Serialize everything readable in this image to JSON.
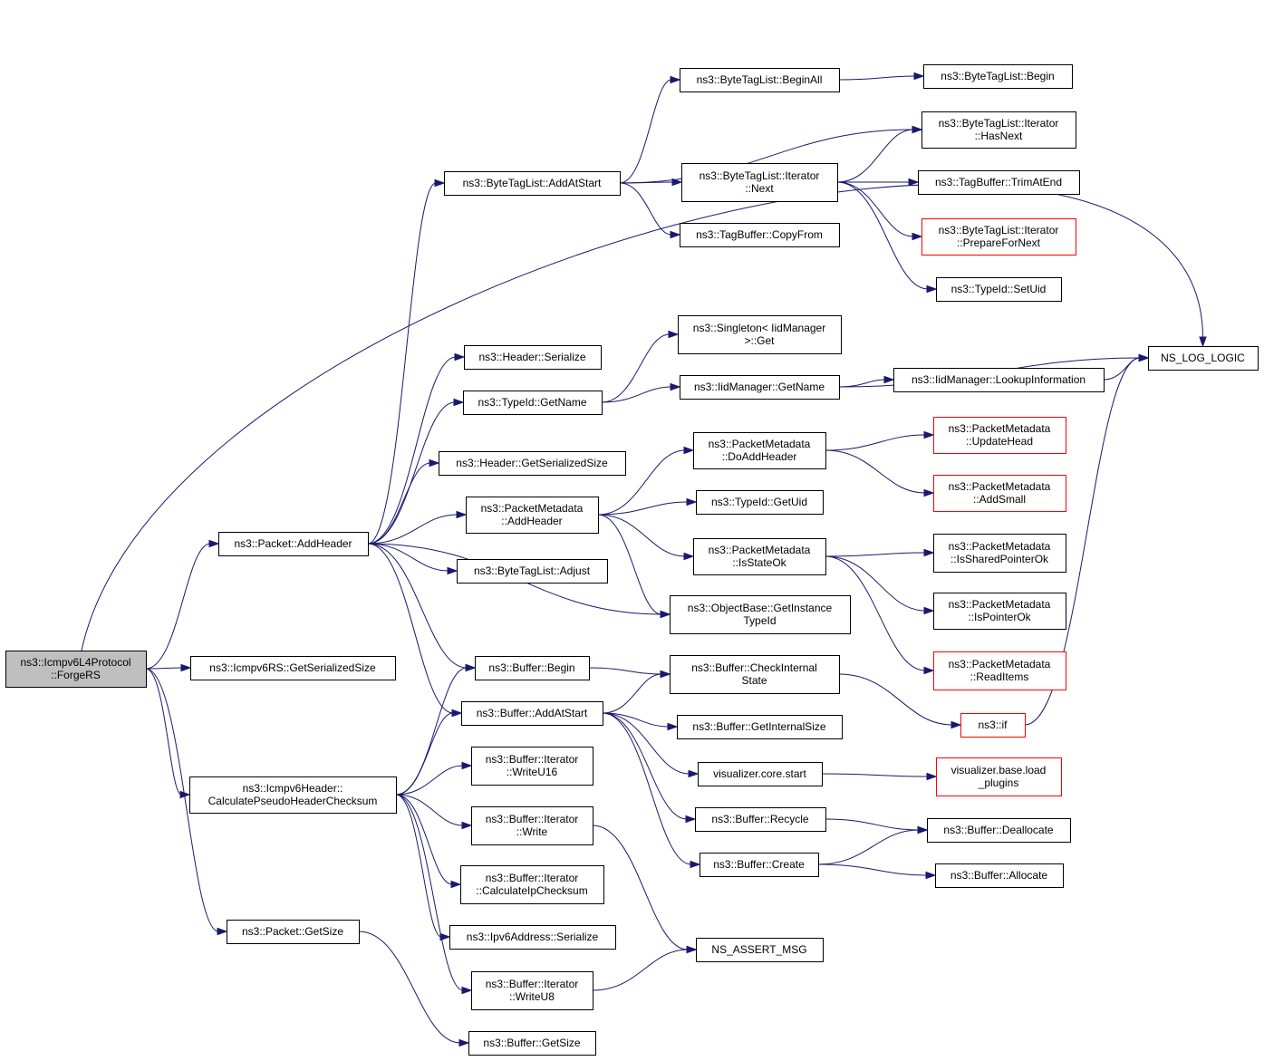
{
  "colors": {
    "edge": "#191970",
    "root_fill": "#bfbfbf",
    "node_border": "#000000",
    "truncated_border": "#ff0000"
  },
  "nodes": [
    {
      "id": "forgers",
      "lines": [
        "ns3::Icmpv6L4Protocol",
        "::ForgeRS"
      ],
      "style": "root"
    },
    {
      "id": "nslog",
      "lines": [
        "NS_LOG_LOGIC"
      ]
    },
    {
      "id": "addheader",
      "lines": [
        "ns3::Packet::AddHeader"
      ]
    },
    {
      "id": "rsgetsize",
      "lines": [
        "ns3::Icmpv6RS::GetSerializedSize"
      ]
    },
    {
      "id": "calcpseudo",
      "lines": [
        "ns3::Icmpv6Header::",
        "CalculatePseudoHeaderChecksum"
      ]
    },
    {
      "id": "pktgetsize",
      "lines": [
        "ns3::Packet::GetSize"
      ]
    },
    {
      "id": "btladdatstart",
      "lines": [
        "ns3::ByteTagList::AddAtStart"
      ]
    },
    {
      "id": "hdrserialize",
      "lines": [
        "ns3::Header::Serialize"
      ]
    },
    {
      "id": "typeidgetname",
      "lines": [
        "ns3::TypeId::GetName"
      ]
    },
    {
      "id": "hdrgetsersize",
      "lines": [
        "ns3::Header::GetSerializedSize"
      ]
    },
    {
      "id": "pmaddheader",
      "lines": [
        "ns3::PacketMetadata",
        "::AddHeader"
      ]
    },
    {
      "id": "btladjust",
      "lines": [
        "ns3::ByteTagList::Adjust"
      ]
    },
    {
      "id": "objgetinst",
      "lines": [
        "ns3::ObjectBase::GetInstance",
        "TypeId"
      ]
    },
    {
      "id": "bufbegin",
      "lines": [
        "ns3::Buffer::Begin"
      ]
    },
    {
      "id": "bufaddatstart",
      "lines": [
        "ns3::Buffer::AddAtStart"
      ]
    },
    {
      "id": "btlbeginall",
      "lines": [
        "ns3::ByteTagList::BeginAll"
      ]
    },
    {
      "id": "btlbegin",
      "lines": [
        "ns3::ByteTagList::Begin"
      ]
    },
    {
      "id": "btlithasnext",
      "lines": [
        "ns3::ByteTagList::Iterator",
        "::HasNext"
      ]
    },
    {
      "id": "btlitnext",
      "lines": [
        "ns3::ByteTagList::Iterator",
        "::Next"
      ]
    },
    {
      "id": "tbtrim",
      "lines": [
        "ns3::TagBuffer::TrimAtEnd"
      ]
    },
    {
      "id": "btlitprep",
      "lines": [
        "ns3::ByteTagList::Iterator",
        "::PrepareForNext"
      ],
      "style": "red"
    },
    {
      "id": "tbcopy",
      "lines": [
        "ns3::TagBuffer::CopyFrom"
      ]
    },
    {
      "id": "typeidsetuid",
      "lines": [
        "ns3::TypeId::SetUid"
      ]
    },
    {
      "id": "singleton",
      "lines": [
        "ns3::Singleton< IidManager",
        " >::Get"
      ]
    },
    {
      "id": "iidgetname",
      "lines": [
        "ns3::IidManager::GetName"
      ]
    },
    {
      "id": "iidlookup",
      "lines": [
        "ns3::IidManager::LookupInformation"
      ]
    },
    {
      "id": "pmdoadd",
      "lines": [
        "ns3::PacketMetadata",
        "::DoAddHeader"
      ]
    },
    {
      "id": "pmupdatehead",
      "lines": [
        "ns3::PacketMetadata",
        "::UpdateHead"
      ],
      "style": "red"
    },
    {
      "id": "pmaddsmall",
      "lines": [
        "ns3::PacketMetadata",
        "::AddSmall"
      ],
      "style": "red"
    },
    {
      "id": "typeidgetuid",
      "lines": [
        "ns3::TypeId::GetUid"
      ]
    },
    {
      "id": "pmisstateok",
      "lines": [
        "ns3::PacketMetadata",
        "::IsStateOk"
      ]
    },
    {
      "id": "pmisshared",
      "lines": [
        "ns3::PacketMetadata",
        "::IsSharedPointerOk"
      ]
    },
    {
      "id": "pmispointer",
      "lines": [
        "ns3::PacketMetadata",
        "::IsPointerOk"
      ]
    },
    {
      "id": "pmreaditems",
      "lines": [
        "ns3::PacketMetadata",
        "::ReadItems"
      ],
      "style": "red"
    },
    {
      "id": "bufcheck",
      "lines": [
        "ns3::Buffer::CheckInternal",
        "State"
      ]
    },
    {
      "id": "nsif",
      "lines": [
        "ns3::if"
      ],
      "style": "red"
    },
    {
      "id": "bufgetint",
      "lines": [
        "ns3::Buffer::GetInternalSize"
      ]
    },
    {
      "id": "vizstart",
      "lines": [
        "visualizer.core.start"
      ]
    },
    {
      "id": "vizload",
      "lines": [
        "visualizer.base.load",
        "_plugins"
      ],
      "style": "red"
    },
    {
      "id": "bufrecycle",
      "lines": [
        "ns3::Buffer::Recycle"
      ]
    },
    {
      "id": "bufdealloc",
      "lines": [
        "ns3::Buffer::Deallocate"
      ]
    },
    {
      "id": "bufcreate",
      "lines": [
        "ns3::Buffer::Create"
      ]
    },
    {
      "id": "bufalloc",
      "lines": [
        "ns3::Buffer::Allocate"
      ]
    },
    {
      "id": "bitwriteu16",
      "lines": [
        "ns3::Buffer::Iterator",
        "::WriteU16"
      ]
    },
    {
      "id": "bitwrite",
      "lines": [
        "ns3::Buffer::Iterator",
        "::Write"
      ]
    },
    {
      "id": "bitcalcip",
      "lines": [
        "ns3::Buffer::Iterator",
        "::CalculateIpChecksum"
      ]
    },
    {
      "id": "ipv6serialize",
      "lines": [
        "ns3::Ipv6Address::Serialize"
      ]
    },
    {
      "id": "bitwriteu8",
      "lines": [
        "ns3::Buffer::Iterator",
        "::WriteU8"
      ]
    },
    {
      "id": "nsassert",
      "lines": [
        "NS_ASSERT_MSG"
      ]
    },
    {
      "id": "bufgetsize",
      "lines": [
        "ns3::Buffer::GetSize"
      ]
    }
  ],
  "edges": [
    [
      "forgers",
      "nslog"
    ],
    [
      "forgers",
      "addheader"
    ],
    [
      "forgers",
      "rsgetsize"
    ],
    [
      "forgers",
      "calcpseudo"
    ],
    [
      "forgers",
      "pktgetsize"
    ],
    [
      "addheader",
      "btladdatstart"
    ],
    [
      "addheader",
      "hdrserialize"
    ],
    [
      "addheader",
      "typeidgetname"
    ],
    [
      "addheader",
      "hdrgetsersize"
    ],
    [
      "addheader",
      "pmaddheader"
    ],
    [
      "addheader",
      "btladjust"
    ],
    [
      "addheader",
      "objgetinst"
    ],
    [
      "addheader",
      "bufbegin"
    ],
    [
      "addheader",
      "bufaddatstart"
    ],
    [
      "btladdatstart",
      "btlbeginall"
    ],
    [
      "btladdatstart",
      "btlithasnext"
    ],
    [
      "btladdatstart",
      "btlitnext"
    ],
    [
      "btladdatstart",
      "tbcopy"
    ],
    [
      "btlbeginall",
      "btlbegin"
    ],
    [
      "btlitnext",
      "btlithasnext"
    ],
    [
      "btlitnext",
      "tbtrim"
    ],
    [
      "btlitnext",
      "btlitprep"
    ],
    [
      "btlitnext",
      "typeidsetuid"
    ],
    [
      "typeidgetname",
      "singleton"
    ],
    [
      "typeidgetname",
      "iidgetname"
    ],
    [
      "iidgetname",
      "nslog"
    ],
    [
      "iidgetname",
      "iidlookup"
    ],
    [
      "iidlookup",
      "nslog"
    ],
    [
      "pmaddheader",
      "pmdoadd"
    ],
    [
      "pmaddheader",
      "typeidgetuid"
    ],
    [
      "pmaddheader",
      "pmisstateok"
    ],
    [
      "pmaddheader",
      "objgetinst"
    ],
    [
      "pmdoadd",
      "pmupdatehead"
    ],
    [
      "pmdoadd",
      "pmaddsmall"
    ],
    [
      "pmisstateok",
      "pmisshared"
    ],
    [
      "pmisstateok",
      "pmispointer"
    ],
    [
      "pmisstateok",
      "pmreaditems"
    ],
    [
      "bufbegin",
      "bufcheck"
    ],
    [
      "bufaddatstart",
      "bufcheck"
    ],
    [
      "bufaddatstart",
      "bufgetint"
    ],
    [
      "bufaddatstart",
      "vizstart"
    ],
    [
      "bufaddatstart",
      "bufrecycle"
    ],
    [
      "bufaddatstart",
      "bufcreate"
    ],
    [
      "bufcheck",
      "nsif"
    ],
    [
      "nsif",
      "nslog"
    ],
    [
      "vizstart",
      "vizload"
    ],
    [
      "bufrecycle",
      "bufdealloc"
    ],
    [
      "bufcreate",
      "bufdealloc"
    ],
    [
      "bufcreate",
      "bufalloc"
    ],
    [
      "calcpseudo",
      "bufbegin"
    ],
    [
      "calcpseudo",
      "bufaddatstart"
    ],
    [
      "calcpseudo",
      "bitwriteu16"
    ],
    [
      "calcpseudo",
      "bitwrite"
    ],
    [
      "calcpseudo",
      "bitcalcip"
    ],
    [
      "calcpseudo",
      "ipv6serialize"
    ],
    [
      "calcpseudo",
      "bitwriteu8"
    ],
    [
      "bitwrite",
      "nsassert"
    ],
    [
      "bitwriteu8",
      "nsassert"
    ],
    [
      "pktgetsize",
      "bufgetsize"
    ]
  ]
}
